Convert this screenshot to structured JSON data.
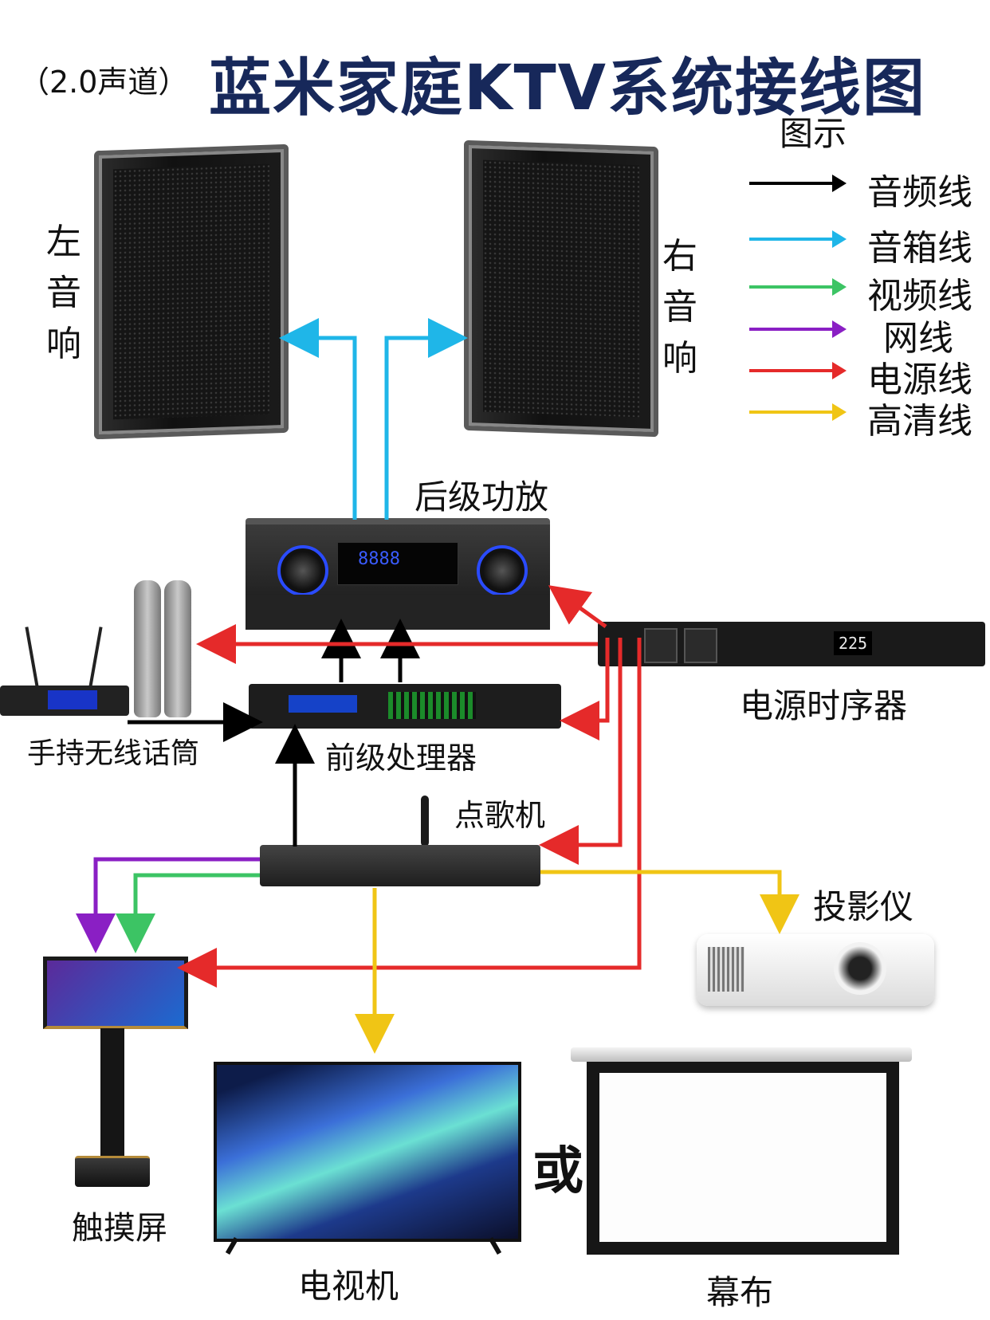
{
  "header": {
    "subtitle": "（2.0声道）",
    "title": "蓝米家庭KTV系统接线图"
  },
  "legend": {
    "title": "图示",
    "items": [
      {
        "label": "音频线",
        "color": "#000000"
      },
      {
        "label": "音箱线",
        "color": "#1fb6e8"
      },
      {
        "label": "视频线",
        "color": "#3cc464"
      },
      {
        "label": "网线",
        "color": "#8a1fc4"
      },
      {
        "label": "电源线",
        "color": "#e52a2a"
      },
      {
        "label": "高清线",
        "color": "#f0c515"
      }
    ]
  },
  "devices": {
    "left_speaker": [
      "左",
      "音",
      "响"
    ],
    "right_speaker": [
      "右",
      "音",
      "响"
    ],
    "power_amp": "后级功放",
    "power_sequencer": "电源时序器",
    "sequencer_display": "225",
    "wireless_mic": "手持无线话筒",
    "preprocessor": "前级处理器",
    "song_machine": "点歌机",
    "projector": "投影仪",
    "touch_screen": "触摸屏",
    "tv": "电视机",
    "or": "或",
    "screen": "幕布",
    "amp_display": "8888"
  }
}
